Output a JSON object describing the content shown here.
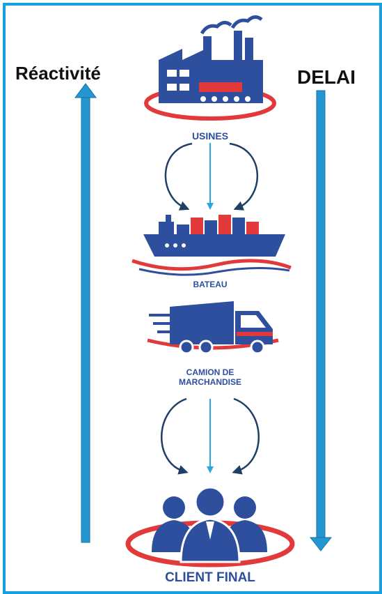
{
  "labels": {
    "left_axis": "Réactivité",
    "right_axis": "DELAI"
  },
  "nodes": {
    "factory": {
      "label": "USINES",
      "icon": "factory-icon"
    },
    "ship": {
      "label": "BATEAU",
      "icon": "cargo-ship-icon"
    },
    "truck": {
      "label_line1": "CAMION DE",
      "label_line2": "MARCHANDISE",
      "icon": "truck-icon"
    },
    "client": {
      "label": "CLIENT FINAL",
      "icon": "client-group-icon"
    }
  },
  "colors": {
    "frame": "#17a0e0",
    "icon_blue": "#2d4f9e",
    "accent_red": "#e23a3a",
    "arrow_dark": "#1f3f66",
    "arrow_light": "#29a8e0"
  }
}
